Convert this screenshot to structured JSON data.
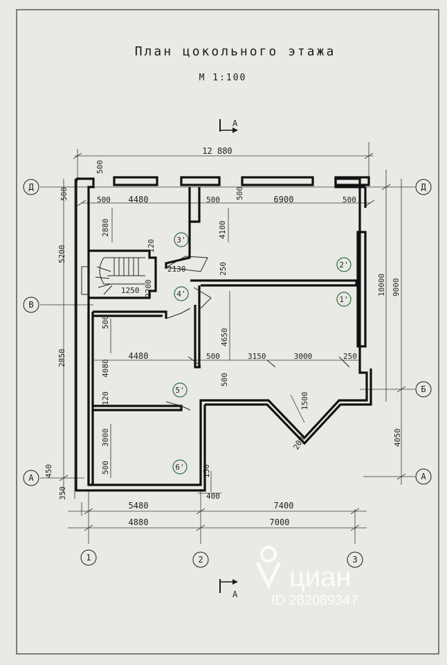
{
  "title": "План цокольного этажа",
  "scale": "М 1:100",
  "section_marker": "А",
  "dims": {
    "overall_width": "12 880",
    "top_wall_left": "500",
    "left_room_top": "4480",
    "mid_500_a": "500",
    "mid_500_b": "500",
    "right_room_top": "6900",
    "right_wall_500": "500",
    "left_top_500": "500",
    "v_2880": "2880",
    "v_4100": "4100",
    "v_5200": "5200",
    "v_120a": "120",
    "v_2130": "2130",
    "v_250": "250",
    "v_2200": "2200",
    "v_1250": "1250",
    "v_10000": "10000",
    "v_9000": "9000",
    "v_500_mid": "500",
    "v_4650": "4650",
    "v_2850": "2850",
    "h_4480_mid": "4480",
    "h_500_mid": "500",
    "h_3150": "3150",
    "h_3000_mid": "3000",
    "h_250_mid": "250",
    "v_4080": "4080",
    "v_500_lower": "500",
    "v_120b": "120",
    "v_1500": "1500",
    "v_3000_lower": "3000",
    "v_200": "200",
    "v_4050": "4050",
    "v_450": "450",
    "v_500_bottom": "500",
    "v_150": "150",
    "v_350": "350",
    "h_400": "400",
    "bottom_5480": "5480",
    "bottom_7400": "7400",
    "bottom_4880": "4880",
    "bottom_7000": "7000"
  },
  "rooms": [
    "1'",
    "2'",
    "3'",
    "4'",
    "5'",
    "6'"
  ],
  "axes": {
    "row_d": "Д",
    "row_v": "В",
    "row_b": "Б",
    "row_a": "А",
    "col_1": "1",
    "col_2": "2",
    "col_3": "3"
  },
  "watermark": {
    "brand": "циан",
    "id_text": "ID 282089347"
  },
  "colors": {
    "ink": "#1a1a1a",
    "room_marker": "#2e6b3a",
    "paper": "#e9e9e5"
  }
}
